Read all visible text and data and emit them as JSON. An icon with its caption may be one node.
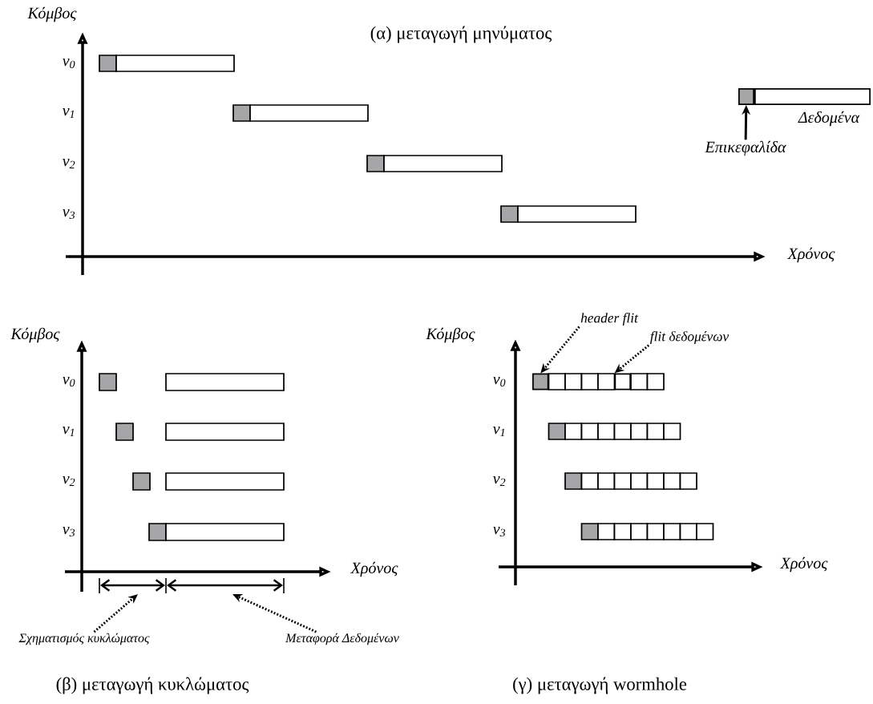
{
  "diagram": {
    "nodes": [
      {
        "text": [],
        "shape": "box"
      },
      {
        "text": [
          "Επικεφαλίδα"
        ]
      },
      {
        "text": [
          "Σχηματισμός κυκλώματος"
        ]
      },
      {
        "text": [
          "Μεταφορά Δεδομένων"
        ]
      },
      {
        "text": [
          "header flit"
        ]
      },
      {
        "text": [
          "flit δεδομένων"
        ]
      },
      {
        "text": [],
        "shape": "box"
      },
      {
        "text": [],
        "shape": "box"
      },
      {
        "text": [],
        "shape": "box"
      }
    ],
    "edges": [
      {
        "from": 1,
        "to": 0,
        "arrow": "to"
      },
      {
        "from": 2,
        "to": null,
        "arrow": "to",
        "style": "dashed"
      },
      {
        "from": 3,
        "to": null,
        "arrow": "to",
        "style": "dashed"
      },
      {
        "from": 4,
        "to": 6,
        "arrow": "to",
        "style": "dashed"
      },
      {
        "from": 5,
        "to": 7,
        "arrow": "to",
        "style": "dashed"
      }
    ],
    "labels": [
      "Κόμβος",
      "(α) μεταγωγή μηνύματος",
      "v$_{0}$",
      "v$_{1}$",
      "Δεδομένα",
      "v$_{2}$",
      "v$_{3}$",
      "Χρόνος",
      "Κόμβος",
      "v$_{0}$",
      "v$_{1}$",
      "v$_{2}$",
      "v$_{3}$",
      "Χρόνος",
      "Κόμβος",
      "v$_{0}$",
      "v$_{1}$",
      "v$_{2}$",
      "v$_{3}$",
      "Χρόνος",
      "(β) μεταγωγή κυκλώματος",
      "(γ) μεταγωγή wormhole"
    ]
  }
}
